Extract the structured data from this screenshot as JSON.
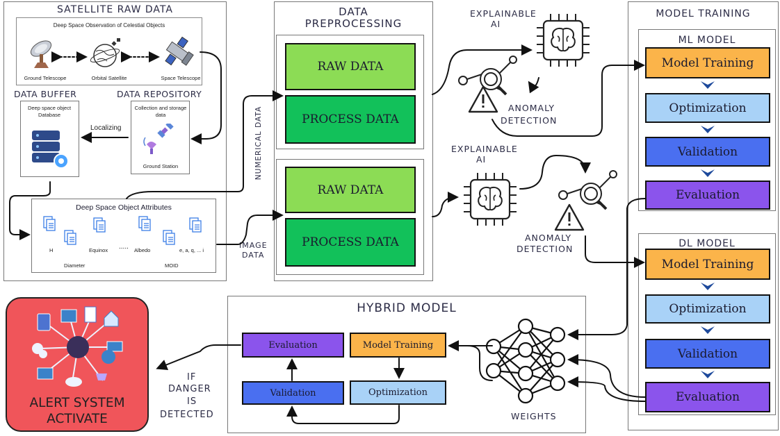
{
  "satellite": {
    "title": "SATELLITE  RAW DATA",
    "subtitle": "Deep Space Observation of Celestial Objects",
    "ground_telescope": "Ground Telescope",
    "orbital_satellite": "Orbital Satellite",
    "space_telescope": "Space Telescope"
  },
  "buffer": {
    "title": "DATA BUFFER",
    "db_label": "Deep space object Database",
    "localizing": "Localizing"
  },
  "repository": {
    "title": "DATA REPOSITORY",
    "collection": "Collection and storage data",
    "ground_station": "Ground Station"
  },
  "attributes": {
    "title": "Deep Space Object Attributes",
    "h": "H",
    "equinox": "Equinox",
    "dots": ".....",
    "albedo": "Albedo",
    "orbit": "e, a, q, ... i",
    "diameter": "Diameter",
    "moid": "MOID"
  },
  "numerical_data": "NUMERICAL DATA",
  "image_data": [
    "IMAGE",
    "DATA"
  ],
  "preprocessing": {
    "title": [
      "DATA",
      "PREPROCESSING"
    ],
    "raw": "RAW DATA",
    "process": "PROCESS DATA"
  },
  "xai_top": {
    "explainable": "EXPLAINABLE",
    "ai": "AI",
    "anomaly": "ANOMALY",
    "detection": "DETECTION"
  },
  "xai_bottom": {
    "explainable": "EXPLAINABLE",
    "ai": "AI",
    "anomaly": "ANOMALY",
    "detection": "DETECTION"
  },
  "training": {
    "title": "MODEL TRAINING",
    "ml_title": "ML MODEL",
    "dl_title": "DL MODEL",
    "steps": [
      "Model Training",
      "Optimization",
      "Validation",
      "Evaluation"
    ]
  },
  "hybrid": {
    "title": "HYBRID MODEL",
    "evaluation": "Evaluation",
    "model_training": "Model Training",
    "validation": "Validation",
    "optimization": "Optimization",
    "weights": "WEIGHTS"
  },
  "alert": {
    "if_danger": [
      "IF",
      "DANGER",
      "IS",
      "DETECTED"
    ],
    "label": [
      "ALERT SYSTEM",
      "ACTIVATE"
    ]
  },
  "colors": {
    "raw_green": "#8cdc55",
    "process_green": "#12c15a",
    "orange": "#fbb44a",
    "light_blue": "#a9d2f7",
    "mid_blue": "#4a6ff0",
    "purple": "#8b54ec",
    "alert_red": "#f0555a"
  }
}
